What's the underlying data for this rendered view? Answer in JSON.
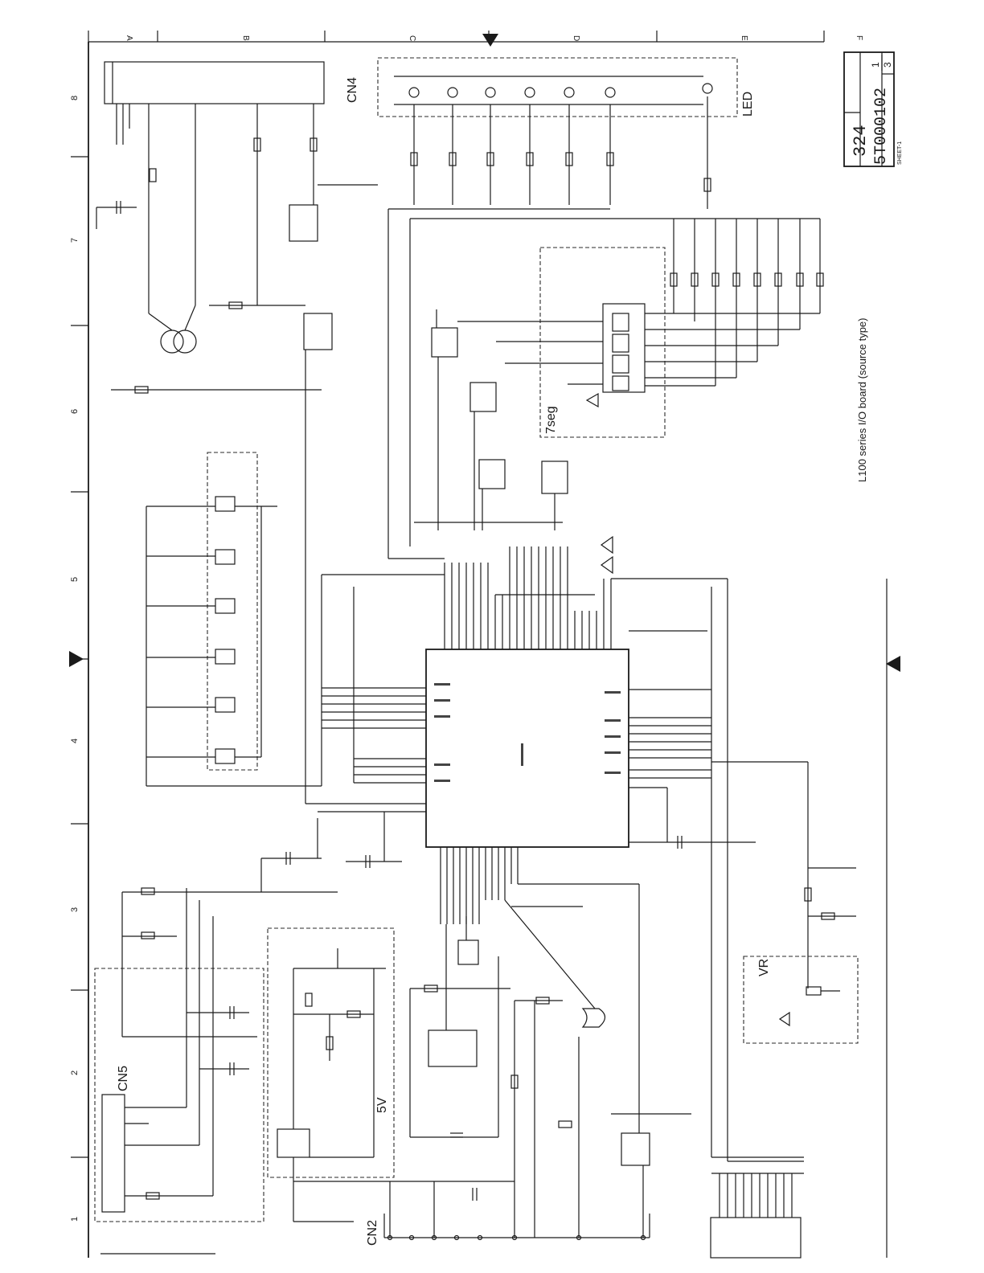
{
  "sheet": {
    "column_letters": [
      "A",
      "B",
      "C",
      "D",
      "E",
      "F"
    ],
    "row_numbers": [
      "8",
      "7",
      "6",
      "5",
      "4",
      "3",
      "2",
      "1"
    ]
  },
  "title_block": {
    "model_number": "324",
    "drawing_number": "5T000102",
    "sheet_fraction_top": "1",
    "sheet_fraction_bottom": "3",
    "sheet_label": "SHEET-1"
  },
  "board_title": "L100 series I/O board (source type)",
  "blocks": {
    "cn4": "CN4",
    "led": "LED",
    "seg7": "7seg",
    "cn5": "CN5",
    "v5": "5V",
    "cn2": "CN2",
    "vr": "VR"
  },
  "colors": {
    "ink": "#1a1a1a",
    "paper": "#ffffff"
  }
}
